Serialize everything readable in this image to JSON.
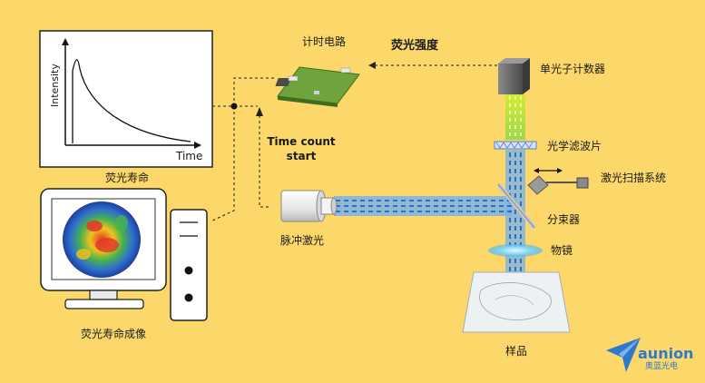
{
  "colors": {
    "background": "#fcd86a",
    "beam_blue": "#4f93d6",
    "beam_green": "#b6e033",
    "pcb_green": "#6fa33d",
    "brand_blue": "#2f78d0"
  },
  "decay_chart": {
    "ylabel": "Intensity",
    "xlabel": "Time",
    "caption": "荧光寿命"
  },
  "imaging": {
    "caption": "荧光寿命成像"
  },
  "circuit": {
    "label": "计时电路"
  },
  "signal": {
    "label": "荧光强度"
  },
  "timing": {
    "line1": "Time count",
    "line2": "start"
  },
  "detector": {
    "label": "单光子计数器"
  },
  "filter": {
    "label": "光学滤波片"
  },
  "scanner": {
    "label": "激光扫描系统"
  },
  "splitter": {
    "label": "分束器"
  },
  "laser": {
    "label": "脉冲激光"
  },
  "objective": {
    "label": "物镜"
  },
  "sample": {
    "label": "样品"
  },
  "brand": {
    "name": "aunion",
    "sub": "奥蓝光电",
    "icon": "paper-plane-logo-icon"
  }
}
